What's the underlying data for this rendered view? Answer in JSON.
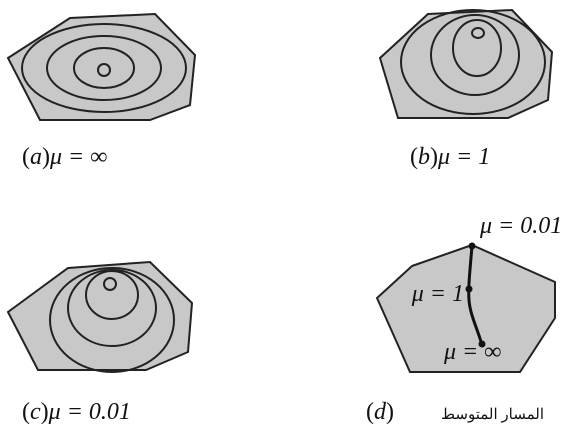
{
  "panels": {
    "a": {
      "caption_letter": "a",
      "caption_mu": "μ = ∞"
    },
    "b": {
      "caption_letter": "b",
      "caption_mu": "μ = 1"
    },
    "c": {
      "caption_letter": "c",
      "caption_mu": "μ = 0.01"
    },
    "d": {
      "caption_letter": "d",
      "caption_arabic": "المسار المتوسط",
      "label_top": "μ = 0.01",
      "label_mid": "μ = 1",
      "label_bottom": "μ = ∞"
    }
  }
}
